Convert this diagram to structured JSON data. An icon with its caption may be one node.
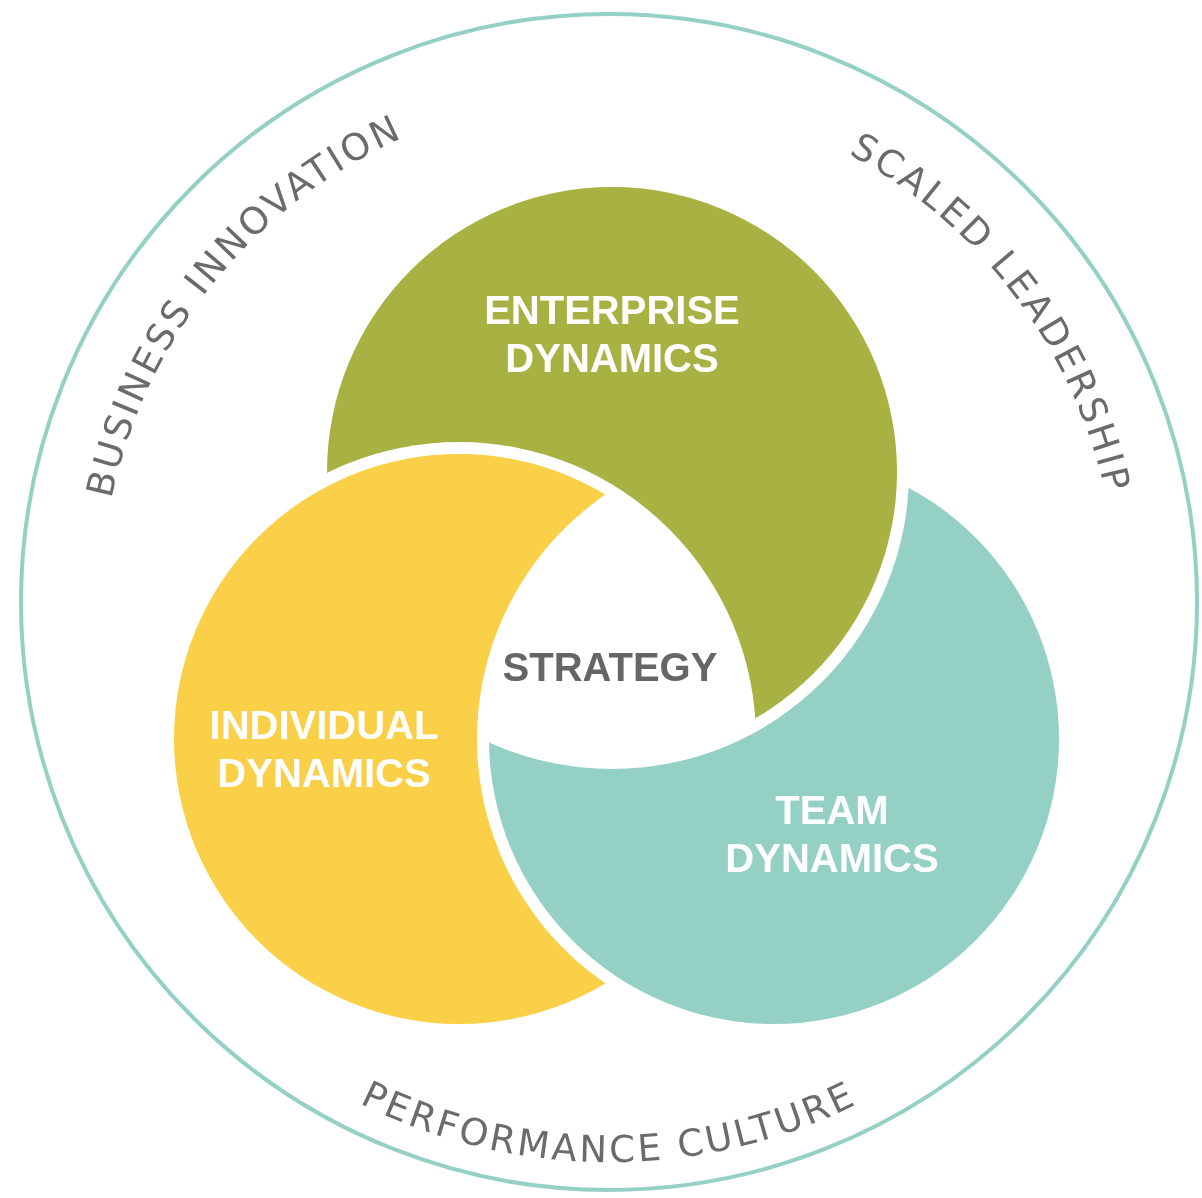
{
  "diagram": {
    "nodes": [
      {
        "text": [
          "BUSINESS INNOVATION",
          "SCALED LEADERSHIP",
          "PERFORMANCE CULTURE"
        ]
      },
      {
        "text": [
          "ENTERPRISE DYNAMICS"
        ],
        "in": 0
      },
      {
        "text": [
          "STRATEGY"
        ]
      },
      {
        "text": [
          "INDIVIDUAL DYNAMICS"
        ],
        "in": 0
      },
      {
        "text": [
          "TEAM DYNAMICS"
        ],
        "in": 0
      }
    ]
  }
}
